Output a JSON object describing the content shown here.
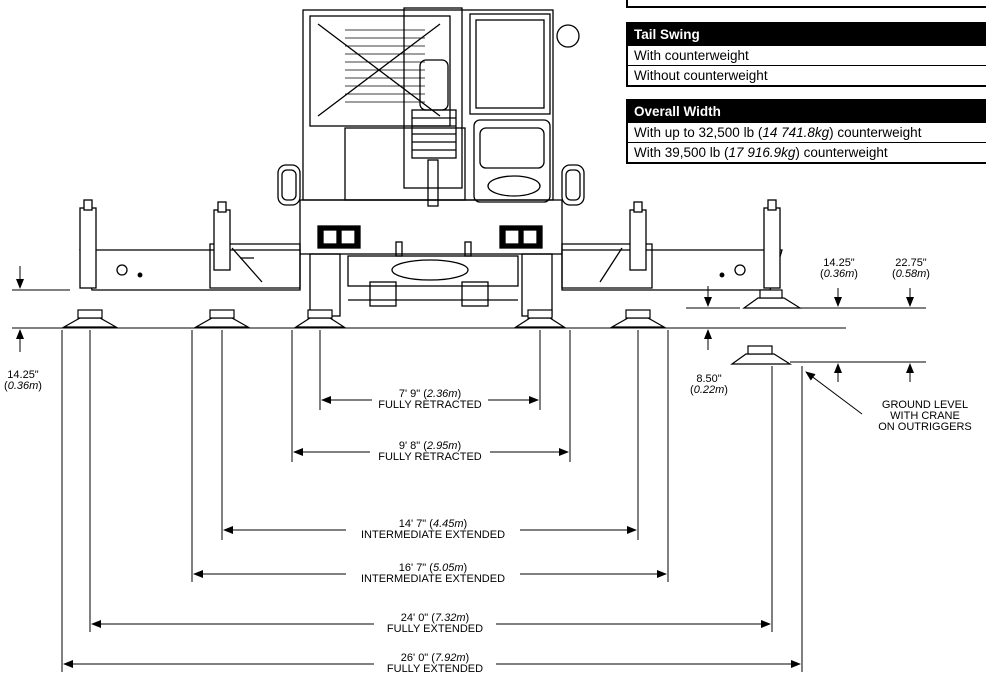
{
  "tables": {
    "tail_swing": {
      "header": "Tail Swing",
      "rows": [
        "With counterweight",
        "Without counterweight"
      ]
    },
    "overall_width": {
      "header": "Overall Width",
      "rows": [
        {
          "pre": "With up to 32,500 lb (",
          "metric": "14 741.8kg",
          "post": ") counterweight"
        },
        {
          "pre": "With 39,500 lb (",
          "metric": "17 916.9kg",
          "post": ") counterweight"
        }
      ]
    }
  },
  "dimensions": {
    "retract_inner": {
      "imperial": "7' 9\"",
      "metric": "2.36m",
      "note": "FULLY RETRACTED"
    },
    "retract_outer": {
      "imperial": "9' 8\"",
      "metric": "2.95m",
      "note": "FULLY RETRACTED"
    },
    "inter_inner": {
      "imperial": "14' 7\"",
      "metric": "4.45m",
      "note": "INTERMEDIATE EXTENDED"
    },
    "inter_outer": {
      "imperial": "16' 7\"",
      "metric": "5.05m",
      "note": "INTERMEDIATE EXTENDED"
    },
    "full_inner": {
      "imperial": "24' 0\"",
      "metric": "7.32m",
      "note": "FULLY EXTENDED"
    },
    "full_outer": {
      "imperial": "26' 0\"",
      "metric": "7.92m",
      "note": "FULLY EXTENDED"
    },
    "left_height": {
      "imperial": "14.25\"",
      "metric": "0.36m"
    },
    "right_h1": {
      "imperial": "14.25\"",
      "metric": "0.36m"
    },
    "right_h2": {
      "imperial": "22.75\"",
      "metric": "0.58m"
    },
    "right_h3": {
      "imperial": "8.50\"",
      "metric": "0.22m"
    }
  },
  "callout": {
    "line1": "GROUND LEVEL",
    "line2": "WITH CRANE",
    "line3": "ON OUTRIGGERS"
  }
}
